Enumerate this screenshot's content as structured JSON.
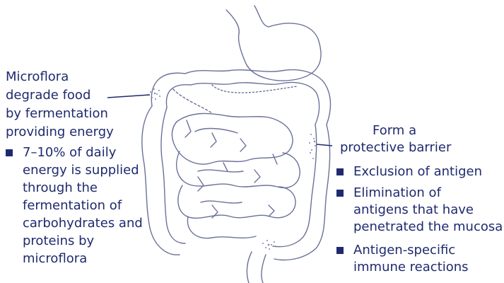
{
  "left_callout": {
    "heading": [
      "Microflora",
      "degrade food",
      "by fermentation",
      "providing energy"
    ],
    "bullets": [
      {
        "lines": [
          "7–10% of daily",
          "energy is supplied",
          "through the",
          "fermentation of",
          "carbohydrates and",
          "proteins by",
          "microflora"
        ]
      }
    ]
  },
  "right_callout": {
    "heading": [
      "Form a",
      "protective barrier"
    ],
    "bullets": [
      {
        "lines": [
          "Exclusion of antigen"
        ]
      },
      {
        "lines": [
          "Elimination of",
          "antigens that have",
          "penetrated the mucosa"
        ]
      },
      {
        "lines": [
          "Antigen-specific",
          "immune reactions"
        ]
      }
    ]
  },
  "colors": {
    "text": "#1f2a6e",
    "outline": "#6b7199",
    "stipple": "#7d84b5"
  },
  "illustration": {
    "subject": "intestines-illustration"
  }
}
